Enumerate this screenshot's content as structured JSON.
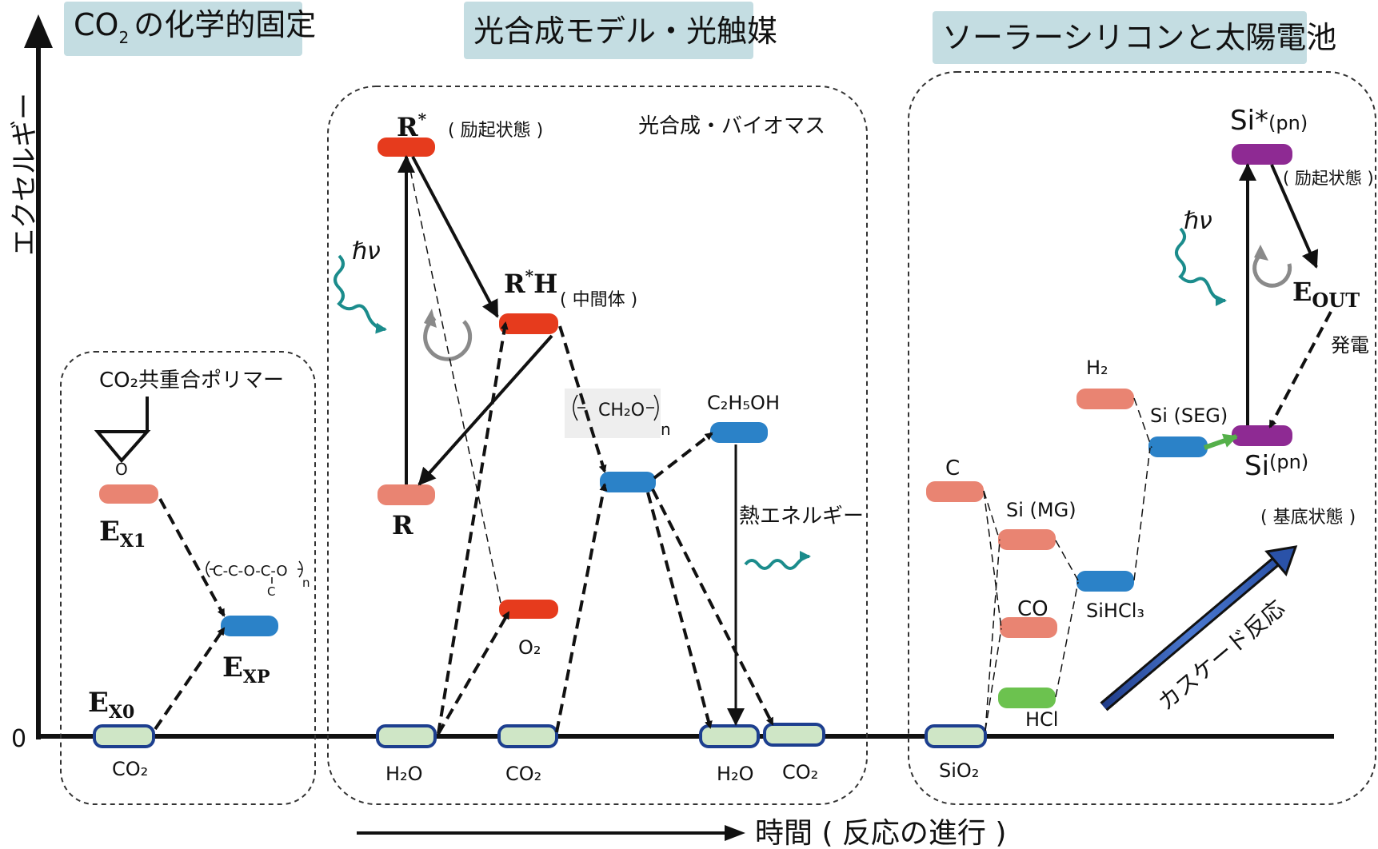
{
  "titles": {
    "co2_fixation_main": "CO",
    "co2_fixation_sub": "2",
    "co2_fixation_rest": "の化学的固定",
    "photosynthesis": "光合成モデル・光触媒",
    "solar": "ソーラーシリコンと太陽電池"
  },
  "axes": {
    "y_label": "エクセルギー",
    "zero": "0",
    "x_label": "時間 ( 反応の進行 )"
  },
  "section1": {
    "polymer_label": "CO₂共重合ポリマー",
    "epoxide_o": "O",
    "ex1": "E",
    "ex1_sub": "X1",
    "polymer_chain": "C-C-O-C-O",
    "polymer_chain_sub": "C",
    "polymer_n": "n",
    "exp": "E",
    "exp_sub": "XP",
    "ex0": "E",
    "ex0_sub": "X0",
    "co2": "CO₂"
  },
  "section2": {
    "r_star": "R",
    "r_star_sup": "*",
    "excited": "( 励起状態 )",
    "biomass": "光合成・バイオマス",
    "hv": "ℏν",
    "rh_star": "R",
    "rh_star_sup": "*",
    "rh_star_h": "H",
    "intermediate": "( 中間体 )",
    "ch2o": "CH₂O",
    "ch2o_n": "n",
    "ethanol": "C₂H₅OH",
    "r": "R",
    "heat": "熱エネルギー",
    "o2": "O₂",
    "h2o_1": "H₂O",
    "co2_1": "CO₂",
    "h2o_2": "H₂O",
    "co2_2": "CO₂"
  },
  "section3": {
    "si_star": "Si*",
    "si_star_pn": "(pn)",
    "excited": "( 励起状態 )",
    "hv": "ℏν",
    "eout": "E",
    "eout_sub": "OUT",
    "power": "発電",
    "h2": "H₂",
    "si_seg": "Si (SEG)",
    "si_pn": "Si",
    "si_pn_pn": "(pn)",
    "c": "C",
    "si_mg": "Si (MG)",
    "ground": "( 基底状態 )",
    "co": "CO",
    "sihcl3": "SiHCl₃",
    "hcl": "HCl",
    "cascade": "カスケード反応",
    "sio2": "SiO₂"
  },
  "colors": {
    "ground_fill": "#cfe6c6",
    "ground_stroke": "#1d3f8f",
    "orange": "#e98472",
    "red": "#e63b1d",
    "blue": "#2b82c8",
    "purple": "#8e2a93",
    "green": "#6cc24f",
    "teal": "#1b8c8c",
    "title_bg": "#c4dde2"
  }
}
